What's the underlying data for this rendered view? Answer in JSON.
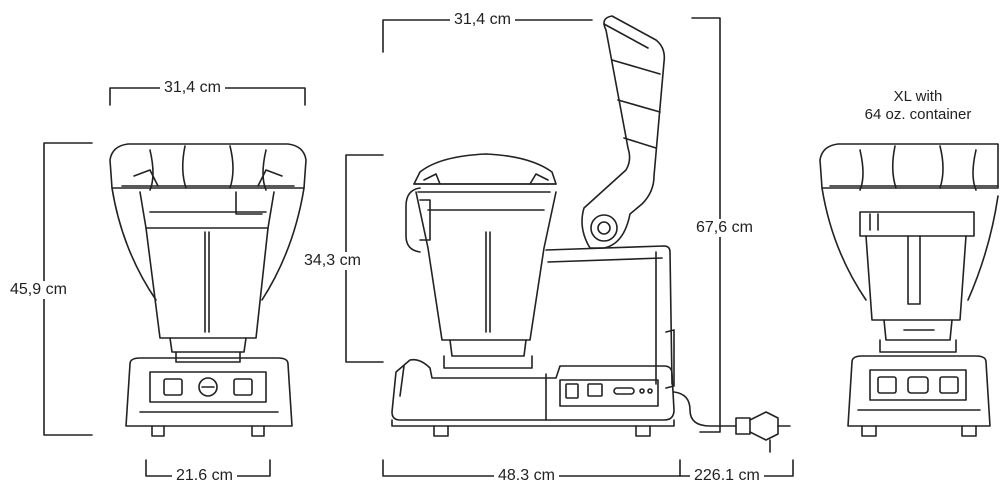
{
  "dimensions": {
    "front_width": "31,4 cm",
    "front_height": "45,9 cm",
    "front_base_width": "21.6 cm",
    "side_top_width": "31,4 cm",
    "side_container_height": "34,3 cm",
    "side_total_height": "67,6 cm",
    "side_base_width": "48.3 cm",
    "cord_length": "226.1 cm"
  },
  "note": {
    "line1": "XL with",
    "line2": "64 oz. container"
  }
}
